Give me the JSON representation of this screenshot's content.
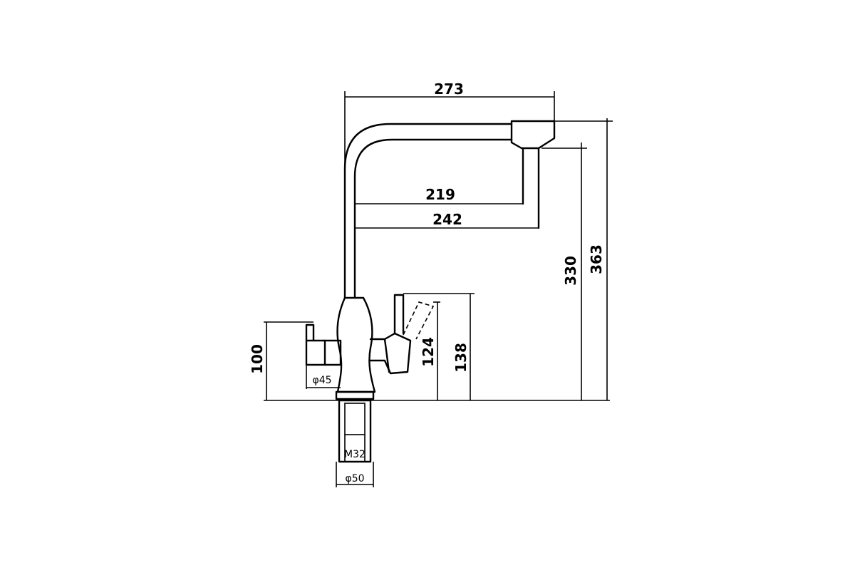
{
  "dimensions": {
    "width_total": "273",
    "spout_reach_inner": "219",
    "spout_reach_outer": "242",
    "height_outlet": "330",
    "height_total": "363",
    "lever_height_124": "124",
    "lever_height_138": "138",
    "handle_height": "100",
    "handle_diameter": "φ45",
    "thread": "M32",
    "base_diameter": "φ50"
  }
}
